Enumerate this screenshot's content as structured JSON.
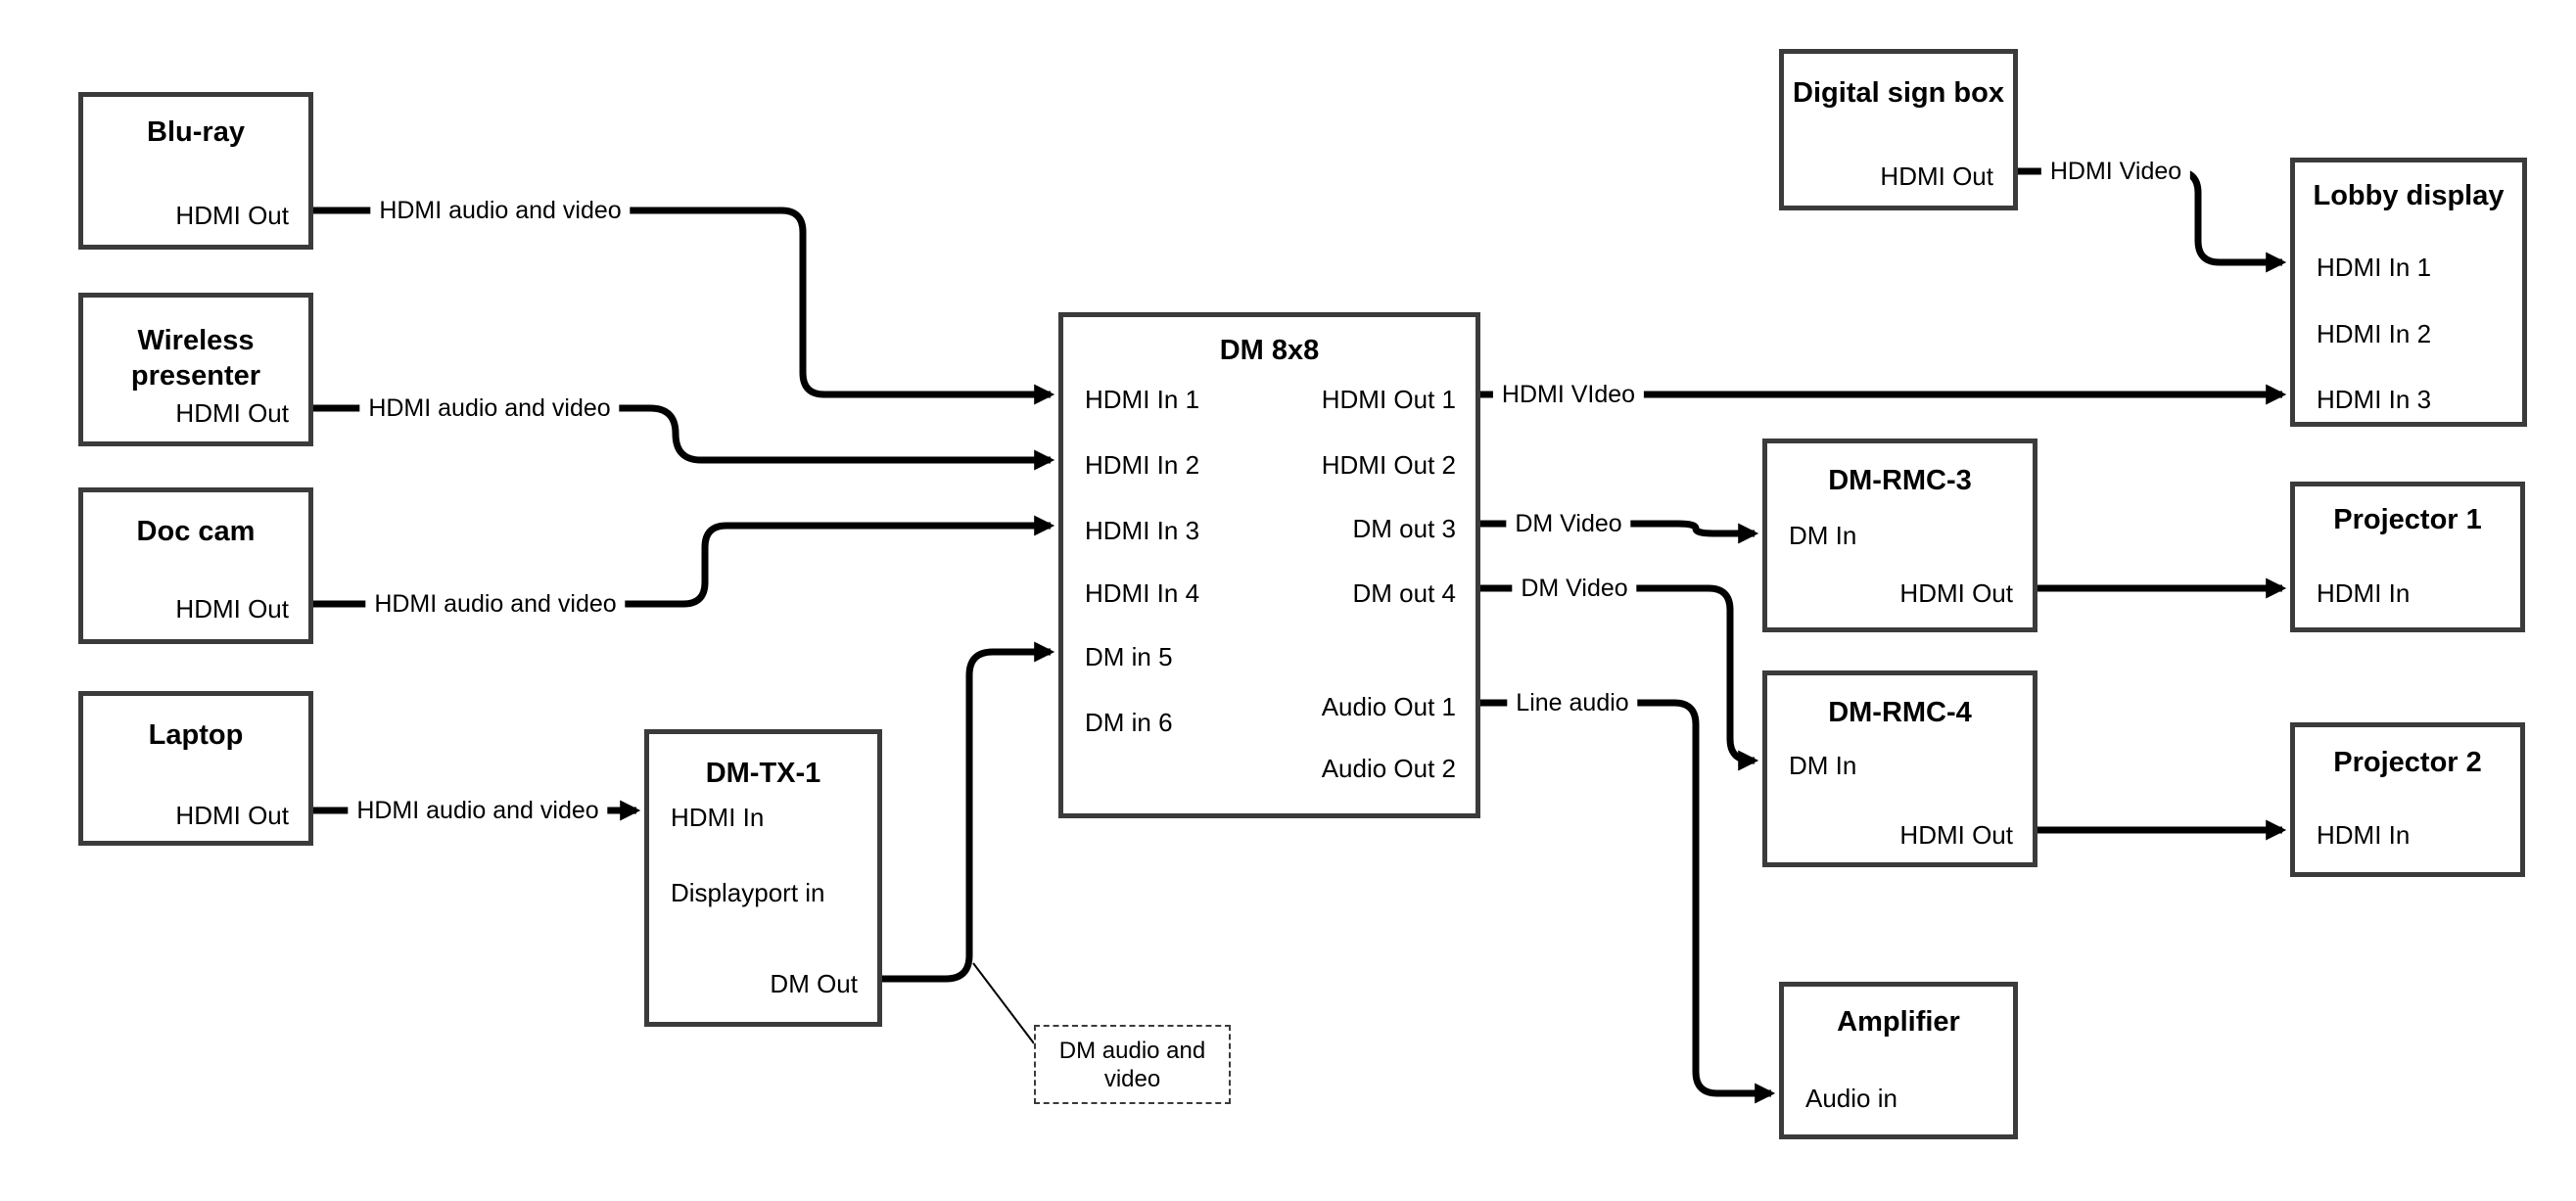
{
  "nodes": {
    "bluray": {
      "title": "Blu-ray",
      "port_hdmi_out": "HDMI Out"
    },
    "wireless": {
      "title": "Wireless presenter",
      "port_hdmi_out": "HDMI Out"
    },
    "doccam": {
      "title": "Doc cam",
      "port_hdmi_out": "HDMI Out"
    },
    "laptop": {
      "title": "Laptop",
      "port_hdmi_out": "HDMI Out"
    },
    "dmtx1": {
      "title": "DM-TX-1",
      "port_hdmi_in": "HDMI In",
      "port_displayport_in": "Displayport in",
      "port_dm_out": "DM Out"
    },
    "dm8x8": {
      "title": "DM 8x8",
      "port_hdmi_in_1": "HDMI In 1",
      "port_hdmi_in_2": "HDMI In 2",
      "port_hdmi_in_3": "HDMI In 3",
      "port_hdmi_in_4": "HDMI In 4",
      "port_dm_in_5": "DM in 5",
      "port_dm_in_6": "DM in 6",
      "port_hdmi_out_1": "HDMI Out 1",
      "port_hdmi_out_2": "HDMI Out 2",
      "port_dm_out_3": "DM out 3",
      "port_dm_out_4": "DM out 4",
      "port_audio_out_1": "Audio Out 1",
      "port_audio_out_2": "Audio Out 2"
    },
    "digitalsign": {
      "title": "Digital sign box",
      "port_hdmi_out": "HDMI Out"
    },
    "lobby": {
      "title": "Lobby display",
      "port_hdmi_in_1": "HDMI In 1",
      "port_hdmi_in_2": "HDMI In 2",
      "port_hdmi_in_3": "HDMI In 3"
    },
    "dmrmc3": {
      "title": "DM-RMC-3",
      "port_dm_in": "DM In",
      "port_hdmi_out": "HDMI Out"
    },
    "projector1": {
      "title": "Projector 1",
      "port_hdmi_in": "HDMI In"
    },
    "dmrmc4": {
      "title": "DM-RMC-4",
      "port_dm_in": "DM In",
      "port_hdmi_out": "HDMI Out"
    },
    "projector2": {
      "title": "Projector 2",
      "port_hdmi_in": "HDMI In"
    },
    "amplifier": {
      "title": "Amplifier",
      "port_audio_in": "Audio in"
    }
  },
  "wire_labels": {
    "bluray_to_dm8x8": "HDMI audio and video",
    "wireless_to_dm8x8": "HDMI audio and video",
    "doccam_to_dm8x8": "HDMI audio and video",
    "laptop_to_dmtx1": "HDMI audio and video",
    "dm8x8_out1_to_lobby": "HDMI VIdeo",
    "digitalsign_to_lobby": "HDMI Video",
    "dm8x8_out3_to_rmc3": "DM Video",
    "dm8x8_out4_to_rmc4": "DM Video",
    "dm8x8_audio1_to_amp": "Line audio"
  },
  "annotation": {
    "dm_audio_video_note": "DM audio and video"
  },
  "colors": {
    "wire": "#000000",
    "box_border": "#3b3b3b",
    "text": "#000000",
    "background": "#ffffff"
  }
}
